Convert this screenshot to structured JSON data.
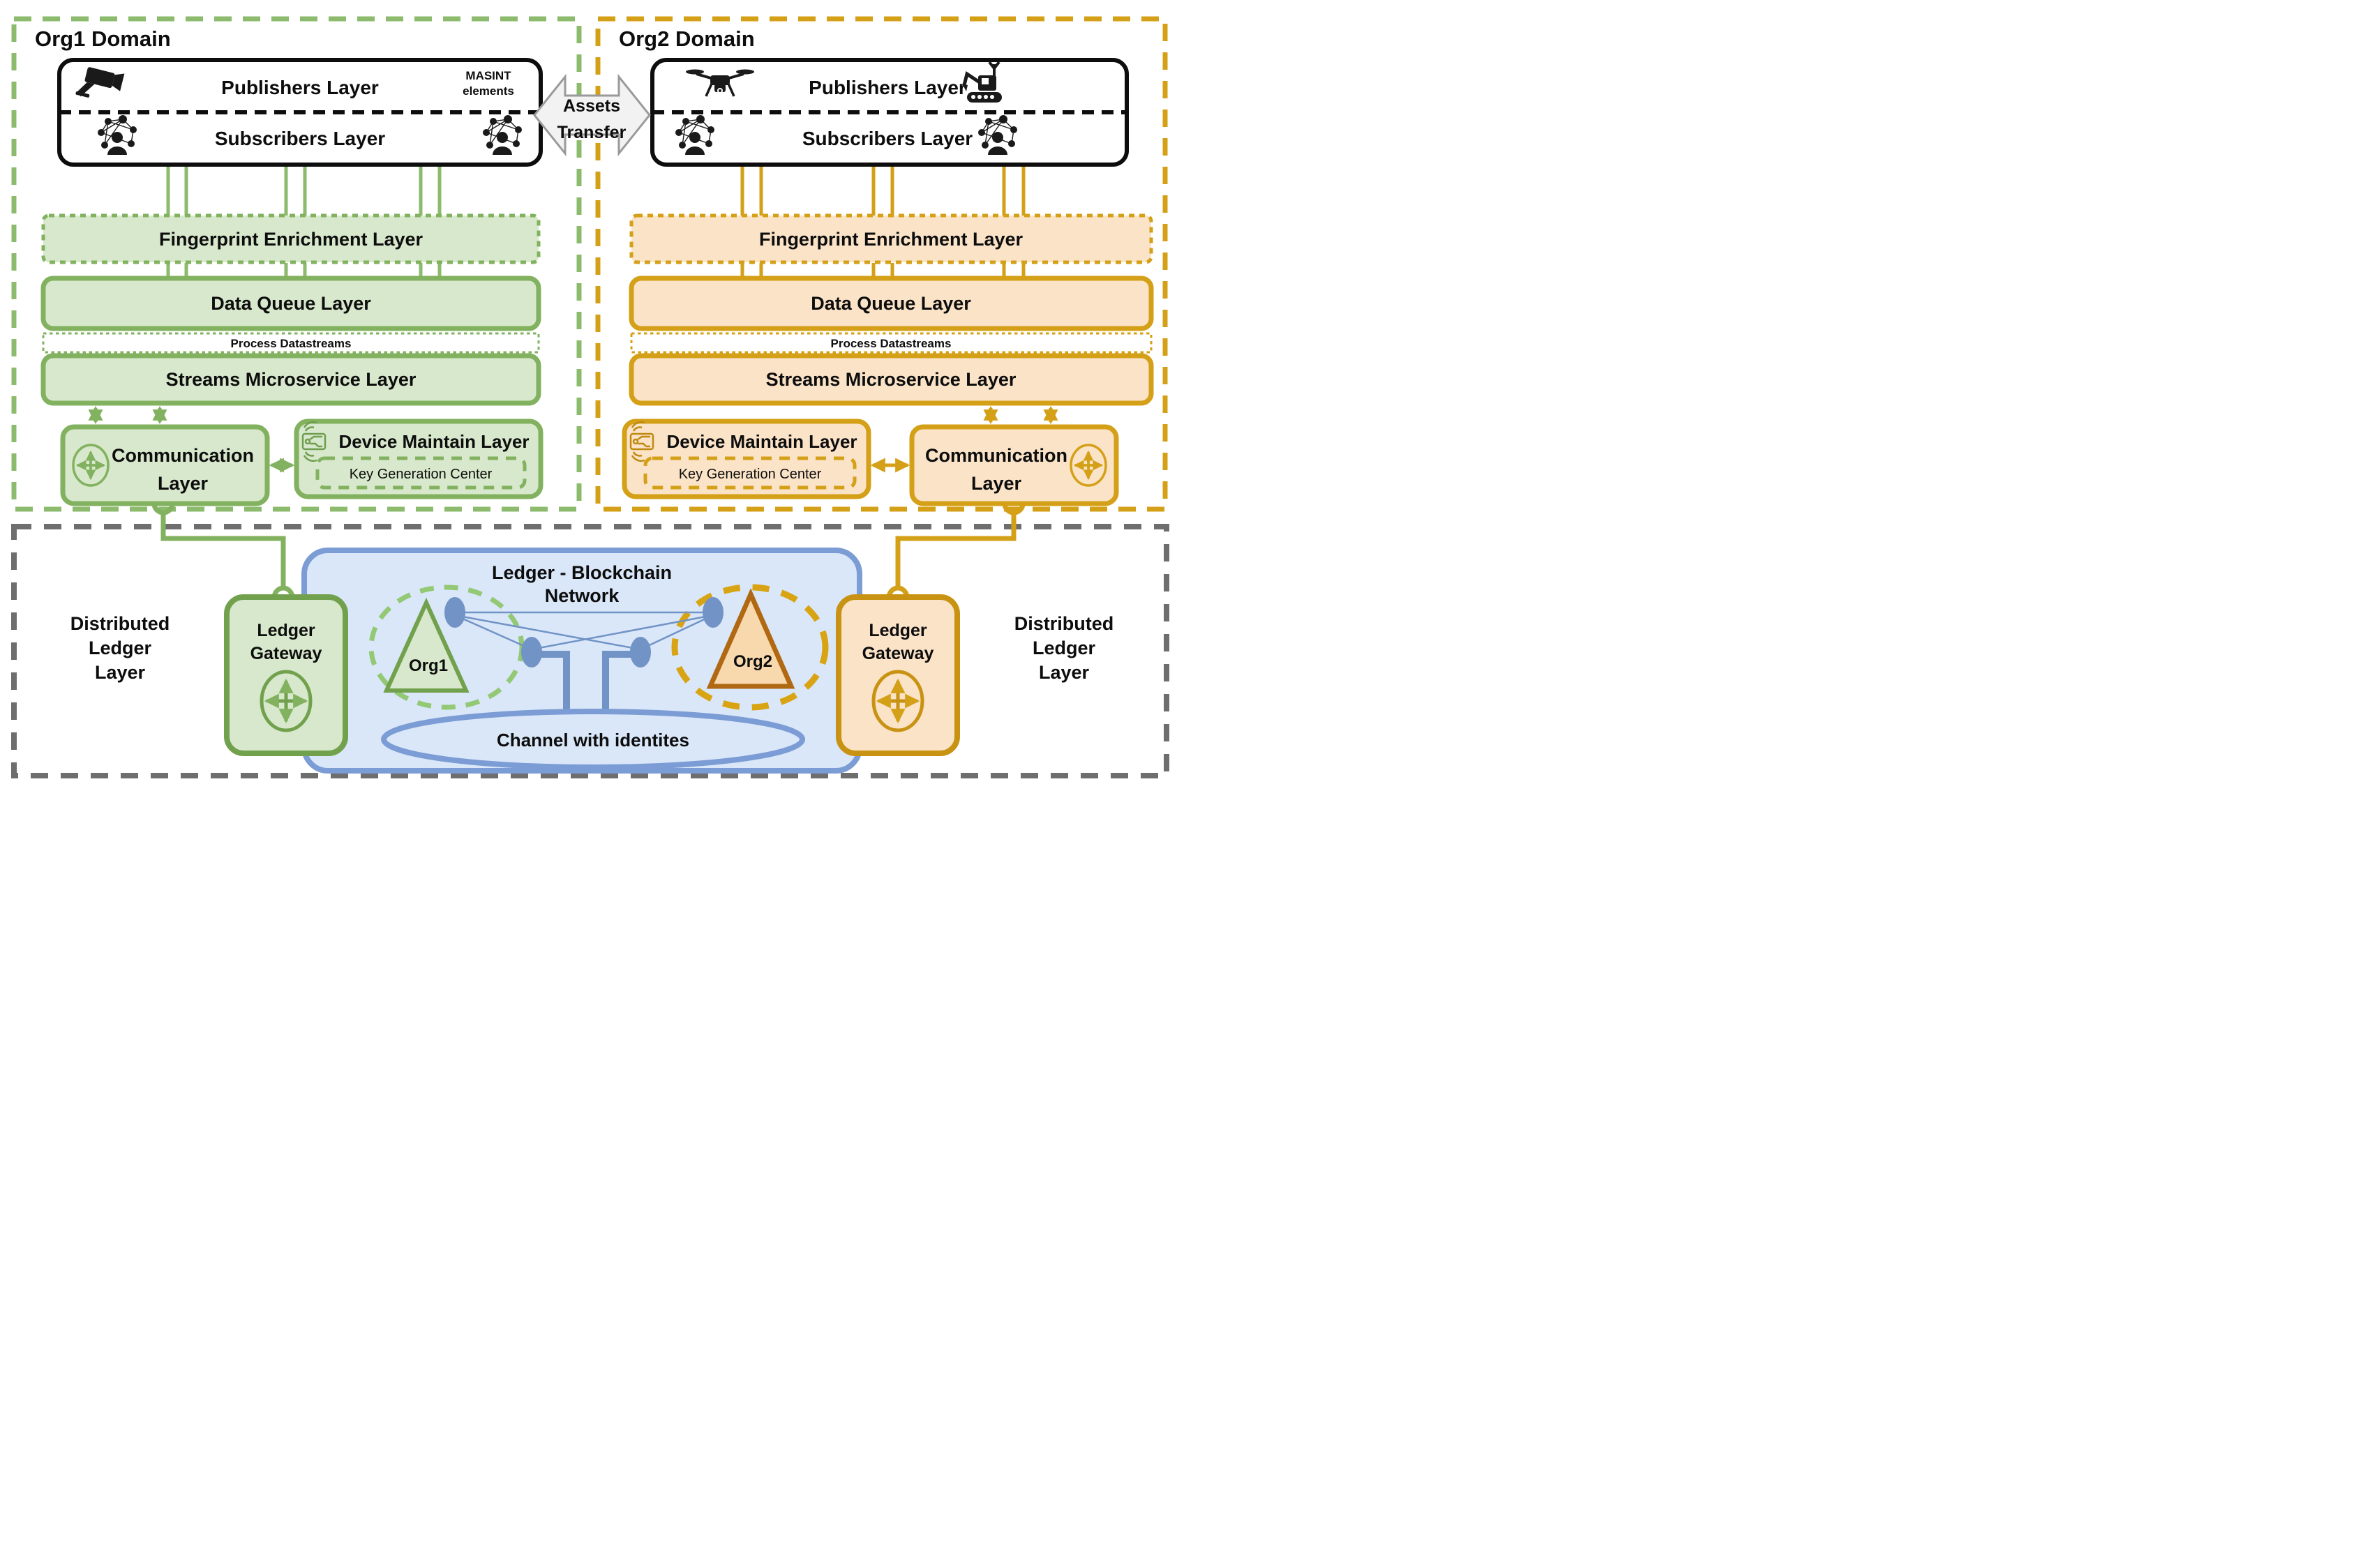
{
  "org1_domain": {
    "title": "Org1 Domain",
    "publishers_label": "Publishers Layer",
    "subscribers_label": "Subscribers Layer",
    "masint_line1": "MASINT",
    "masint_line2": "elements",
    "fingerprint_label": "Fingerprint Enrichment Layer",
    "data_queue_label": "Data Queue Layer",
    "process_label": "Process Datastreams",
    "streams_label": "Streams Microservice Layer",
    "communication_line1": "Communication",
    "communication_line2": "Layer",
    "device_maintain_label": "Device Maintain Layer",
    "key_generation_label": "Key Generation Center"
  },
  "org2_domain": {
    "title": "Org2 Domain",
    "publishers_label": "Publishers Layer",
    "subscribers_label": "Subscribers Layer",
    "fingerprint_label": "Fingerprint Enrichment Layer",
    "data_queue_label": "Data Queue Layer",
    "process_label": "Process Datastreams",
    "streams_label": "Streams Microservice Layer",
    "communication_line1": "Communication",
    "communication_line2": "Layer",
    "device_maintain_label": "Device Maintain Layer",
    "key_generation_label": "Key Generation Center"
  },
  "assets_transfer": {
    "line1": "Assets",
    "line2": "Transfer"
  },
  "ledger": {
    "left_label": {
      "line1": "Distributed",
      "line2": "Ledger",
      "line3": "Layer"
    },
    "right_label": {
      "line1": "Distributed",
      "line2": "Ledger",
      "line3": "Layer"
    },
    "gateway_left": {
      "line1": "Ledger",
      "line2": "Gateway"
    },
    "gateway_right": {
      "line1": "Ledger",
      "line2": "Gateway"
    },
    "network_title": {
      "line1": "Ledger - Blockchain",
      "line2": "Network"
    },
    "org1_triangle_label": "Org1",
    "org2_triangle_label": "Org2",
    "channel_label": "Channel with identites"
  },
  "colors": {
    "org1_green_stroke": "#82b25f",
    "org1_green_fill": "#d8e8cc",
    "org2_orange_stroke": "#d4a017",
    "org2_orange_fill": "#fbe3c8",
    "org2_triangle_stroke": "#b06812",
    "org2_triangle_fill": "#f8d9ad",
    "ledger_blue_stroke": "#7b9cd4",
    "ledger_blue_fill": "#d9e7f8",
    "node_blue": "#7193c6",
    "gray_dashed": "#6e6e6e",
    "black": "#0d0d0d",
    "arrow_fill": "#f2f2f2",
    "arrow_stroke": "#9a9a9a"
  }
}
